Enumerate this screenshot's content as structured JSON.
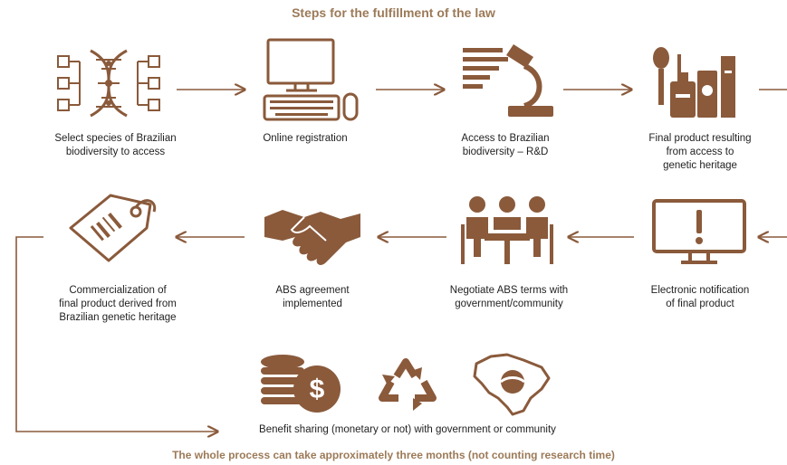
{
  "title": "Steps for the fulfillment of the law",
  "footer": "The whole process can take approximately three months (not counting research time)",
  "colors": {
    "icon": "#8a5a3b",
    "arrow": "#8a5a3b",
    "heading": "#9c7a58"
  },
  "steps_row1": [
    {
      "label": "Select species of Brazilian\nbiodiversity to access",
      "icon": "dna-checklist-icon"
    },
    {
      "label": "Online registration",
      "icon": "computer-icon"
    },
    {
      "label": "Access to Brazilian\nbiodiversity – R&D",
      "icon": "microscope-icon"
    },
    {
      "label": "Final product resulting\nfrom access to\ngenetic heritage",
      "icon": "cosmetics-icon"
    }
  ],
  "steps_row2": [
    {
      "label": "Commercialization of\nfinal product derived from\nBrazilian genetic heritage",
      "icon": "price-tag-icon"
    },
    {
      "label": "ABS agreement\nimplemented",
      "icon": "handshake-icon"
    },
    {
      "label": "Negotiate ABS terms with\ngovernment/community",
      "icon": "meeting-icon"
    },
    {
      "label": "Electronic notification\nof final product",
      "icon": "alert-monitor-icon"
    }
  ],
  "benefit": {
    "label": "Benefit sharing (monetary or not) with government or community"
  }
}
